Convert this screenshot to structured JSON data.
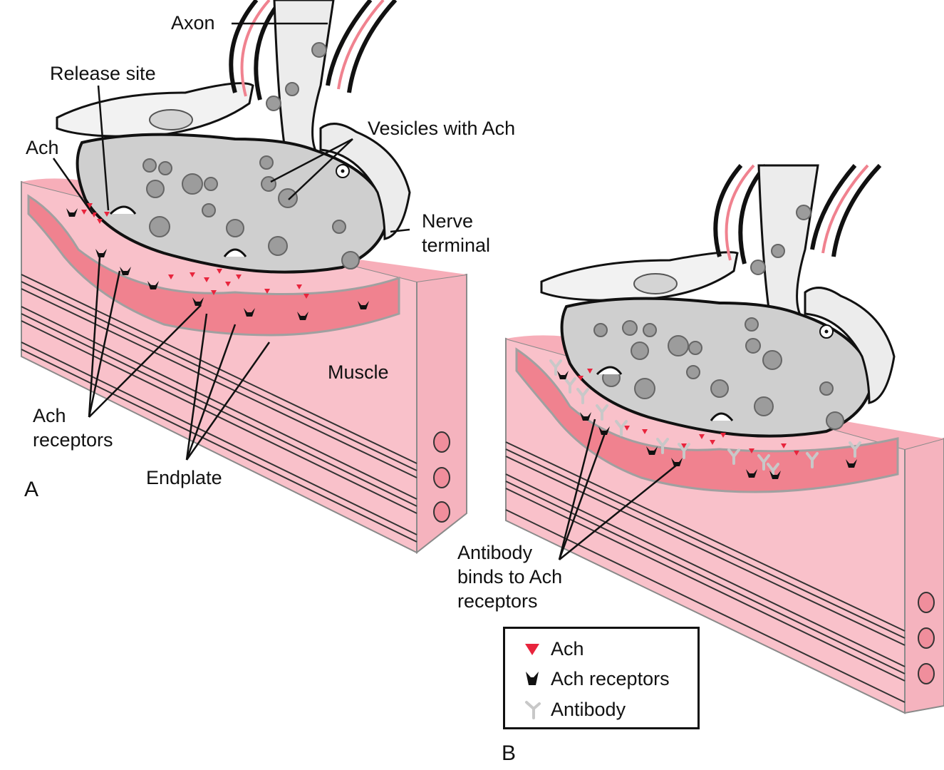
{
  "labels": {
    "axon": "Axon",
    "release_site": "Release site",
    "ach": "Ach",
    "vesicles": "Vesicles with Ach",
    "nerve_terminal": "Nerve\nterminal",
    "muscle": "Muscle",
    "ach_receptors": "Ach\nreceptors",
    "endplate": "Endplate",
    "panel_a": "A",
    "panel_b": "B",
    "antibody_binds": "Antibody\nbinds to Ach\nreceptors"
  },
  "legend": {
    "items": [
      {
        "label": "Ach",
        "symbol": "ach-triangle-icon"
      },
      {
        "label": "Ach receptors",
        "symbol": "receptor-icon"
      },
      {
        "label": "Antibody",
        "symbol": "antibody-icon"
      }
    ]
  },
  "colors": {
    "muscle_pink": "#f9c1ca",
    "endplate_red": "#f0828f",
    "ach_red": "#e8243c",
    "terminal_gray": "#cfcfcf",
    "vesicle_gray": "#9c9c9c",
    "antibody_gray": "#c8c8c8"
  }
}
